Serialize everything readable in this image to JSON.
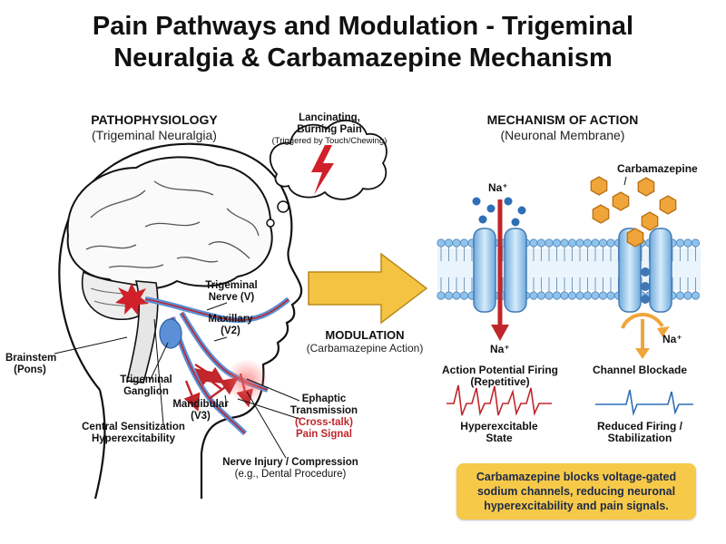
{
  "title_line1": "Pain Pathways and Modulation - Trigeminal",
  "title_line2": "Neuralgia & Carbamazepine Mechanism",
  "left": {
    "header": "PATHOPHYSIOLOGY",
    "subheader": "(Trigeminal Neuralgia)",
    "thought_line1": "Lancinating,",
    "thought_line2": "Burning Pain",
    "thought_line3": "(Triggered by Touch/Chewing)",
    "brainstem_l1": "Brainstem",
    "brainstem_l2": "(Pons)",
    "trig_nerve_l1": "Trigeminal",
    "trig_nerve_l2": "Nerve (V)",
    "maxillary_l1": "Maxillary",
    "maxillary_l2": "(V2)",
    "ganglion_l1": "Trigeminal",
    "ganglion_l2": "Ganglion",
    "mandibular_l1": "Mandibular",
    "mandibular_l2": "(V3)",
    "central_l1": "Central Sensitization",
    "central_l2": "Hyperexcitability",
    "ephaptic_l1": "Ephaptic",
    "ephaptic_l2": "Transmission",
    "ephaptic_l3": "(Cross-talk)",
    "ephaptic_l4": "Pain Signal",
    "injury_l1": "Nerve Injury / Compression",
    "injury_l2": "(e.g., Dental Procedure)"
  },
  "middle": {
    "modulation": "MODULATION",
    "modulation_sub": "(Carbamazepine Action)"
  },
  "right": {
    "header": "MECHANISM OF ACTION",
    "subheader": "(Neuronal Membrane)",
    "drug_label": "Carbamazepine",
    "na_top": "Na⁺",
    "na_bottom": "Na⁺",
    "na_right": "Na⁺",
    "ap_l1": "Action Potential Firing",
    "ap_l2": "(Repetitive)",
    "blockade": "Channel Blockade",
    "hyper_l1": "Hyperexcitable",
    "hyper_l2": "State",
    "reduced_l1": "Reduced Firing /",
    "reduced_l2": "Stabilization"
  },
  "callout": "Carbamazepine blocks voltage-gated sodium channels, reducing neuronal hyperexcitability and pain signals.",
  "colors": {
    "nerve_blue": "#5b8fd6",
    "pain_red": "#c0262b",
    "membrane_blue": "#8fc3ec",
    "drug_orange": "#f0a53a",
    "arrow_yellow": "#f5c342",
    "callout_yellow": "#f7c948"
  }
}
